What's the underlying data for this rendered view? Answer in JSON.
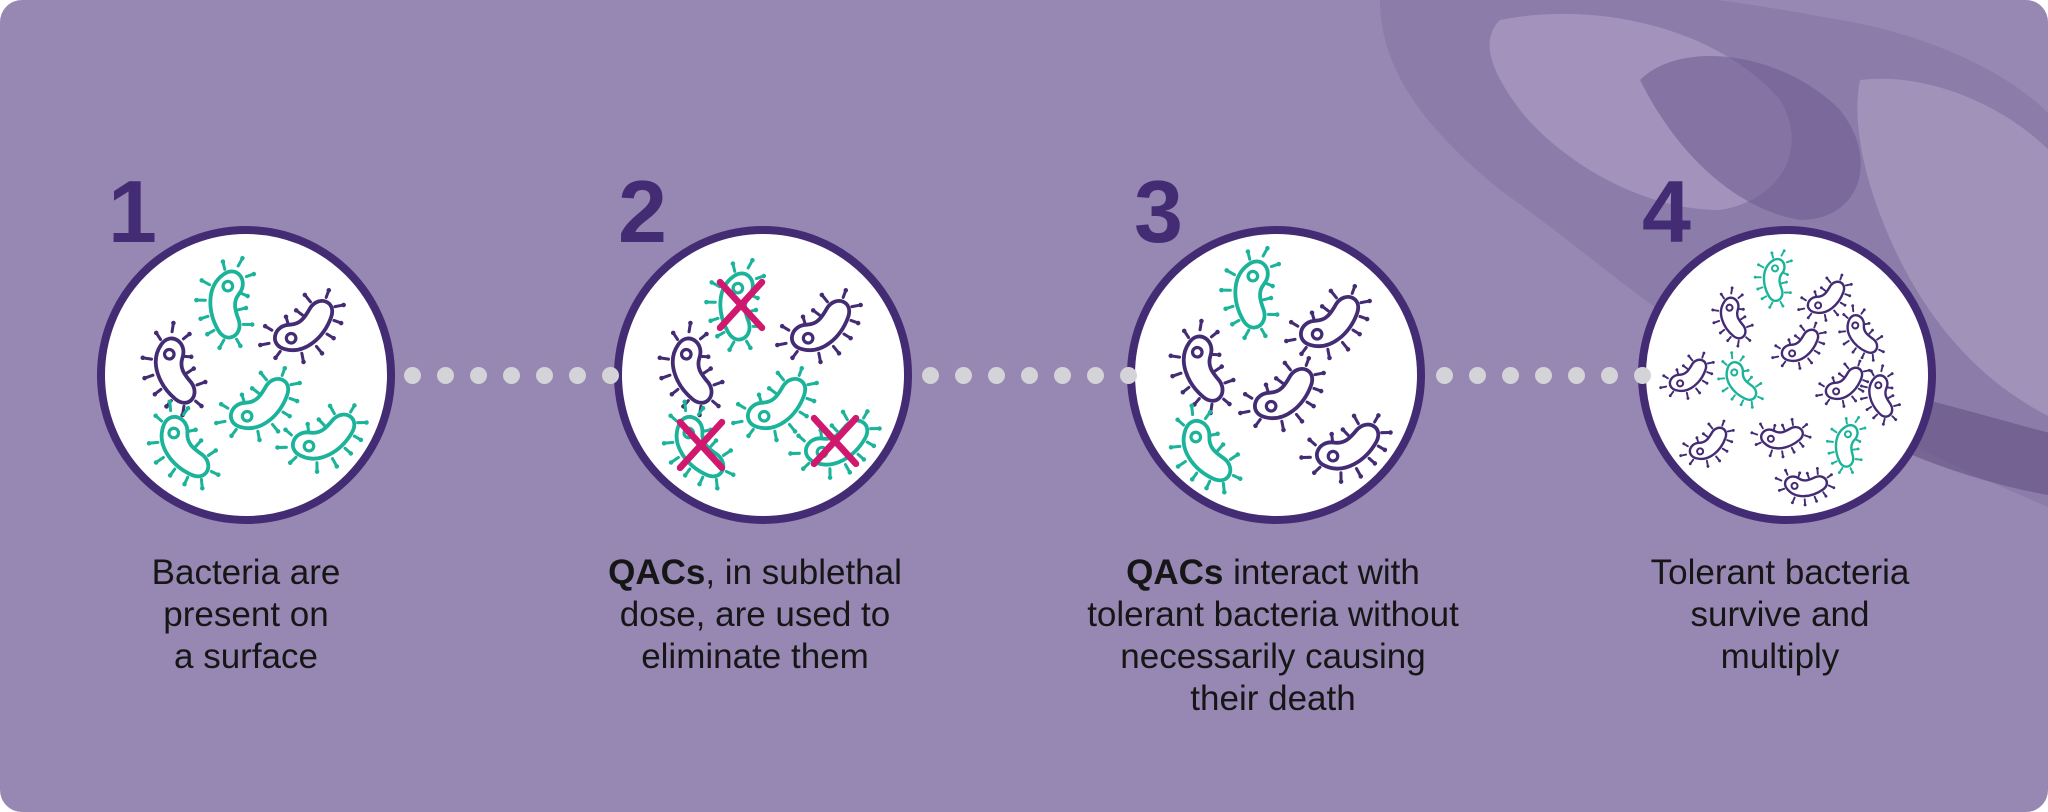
{
  "colors": {
    "background": "#9787b3",
    "accent_dark": "#432c73",
    "tolerant": "#1bb39a",
    "killed_mark": "#d0186e",
    "connector": "#d4d3d8"
  },
  "steps": [
    {
      "number": "1",
      "bold": "",
      "text": "Bacteria are present on a surface",
      "lines": [
        "Bacteria are",
        "present on",
        "a surface"
      ]
    },
    {
      "number": "2",
      "bold": "QACs",
      "text": ", in sublethal dose, are used to eliminate them",
      "lines": [
        ", in sublethal",
        "dose, are used to",
        "eliminate them"
      ]
    },
    {
      "number": "3",
      "bold": "QACs",
      "text": " interact with tolerant bacteria without necessarily causing their death",
      "lines": [
        " interact with",
        "tolerant bacteria without",
        "necessarily causing",
        "their death"
      ]
    },
    {
      "number": "4",
      "bold": "",
      "text": "Tolerant bacteria survive and multiply",
      "lines": [
        "Tolerant bacteria",
        "survive and",
        "multiply"
      ]
    }
  ]
}
